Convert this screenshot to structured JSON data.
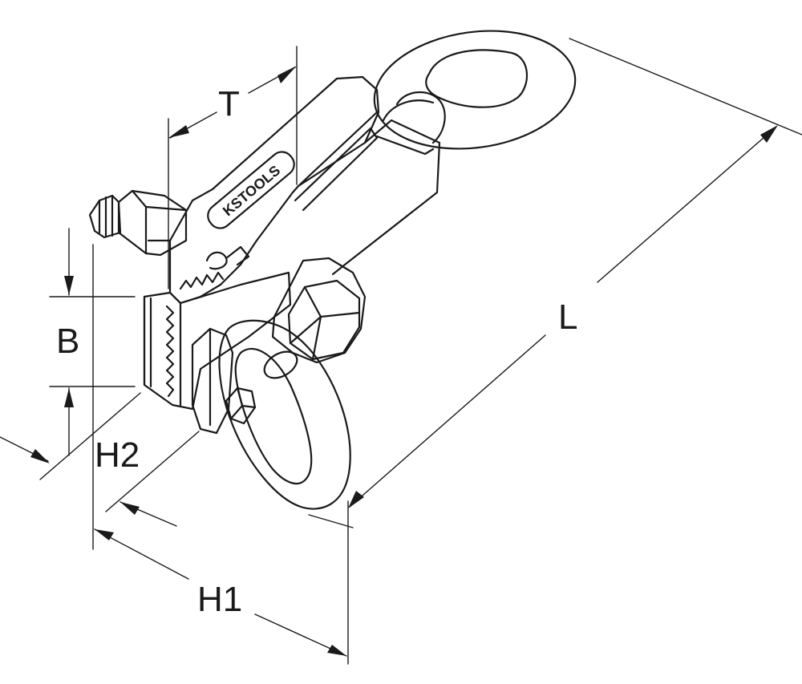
{
  "drawing": {
    "brand_logo": "KSTOOLS",
    "dimensions": {
      "T": "T",
      "L": "L",
      "B": "B",
      "H2": "H2",
      "H1": "H1"
    }
  },
  "colors": {
    "line": "#1a1a1a",
    "background": "#ffffff"
  }
}
